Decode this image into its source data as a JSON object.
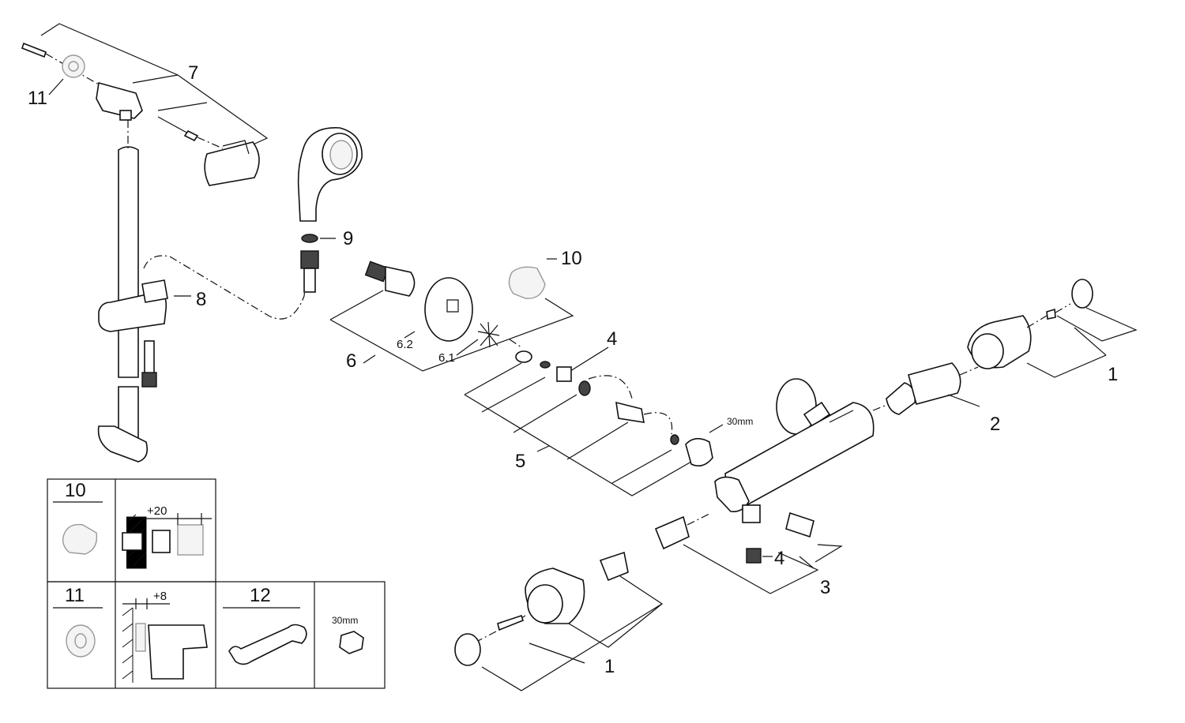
{
  "callouts": {
    "p1a": "1",
    "p1b": "1",
    "p2": "2",
    "p3": "3",
    "p4a": "4",
    "p4b": "4",
    "p5": "5",
    "p6": "6",
    "p6_1": "6.1",
    "p6_2": "6.2",
    "p7": "7",
    "p8": "8",
    "p9": "9",
    "p10": "10",
    "p11": "11"
  },
  "nut_size": "30mm",
  "inset": {
    "box10": {
      "number": "10",
      "extension": "+20"
    },
    "box11": {
      "number": "11",
      "extension": "+8"
    },
    "box12": {
      "number": "12"
    },
    "box_nut": {
      "size": "30mm"
    }
  }
}
